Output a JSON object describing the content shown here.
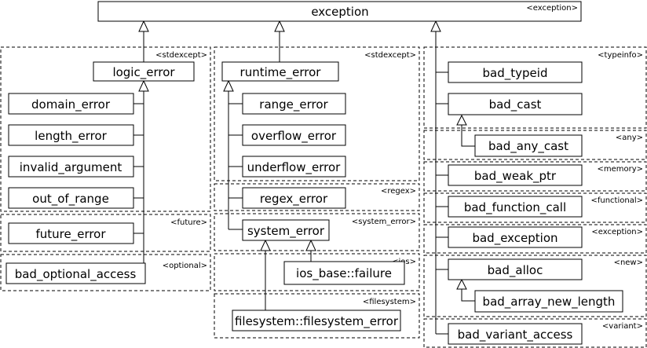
{
  "root": {
    "name": "exception",
    "header": "<exception>"
  },
  "groups": {
    "logic": {
      "header": "<stdexcept>",
      "base": "logic_error",
      "classes": [
        "domain_error",
        "length_error",
        "invalid_argument",
        "out_of_range"
      ]
    },
    "future": {
      "header": "<future>",
      "classes": [
        "future_error"
      ]
    },
    "optional": {
      "header": "<optional>",
      "classes": [
        "bad_optional_access"
      ]
    },
    "runtime": {
      "header": "<stdexcept>",
      "base": "runtime_error",
      "classes": [
        "range_error",
        "overflow_error",
        "underflow_error"
      ]
    },
    "regex": {
      "header": "<regex>",
      "classes": [
        "regex_error"
      ]
    },
    "system": {
      "header": "<system_error>",
      "classes": [
        "system_error"
      ]
    },
    "ios": {
      "header": "<ios>",
      "classes": [
        "ios_base::failure"
      ]
    },
    "filesystem": {
      "header": "<filesystem>",
      "classes": [
        "filesystem::filesystem_error"
      ]
    },
    "typeinfo": {
      "header": "<typeinfo>",
      "classes": [
        "bad_typeid",
        "bad_cast"
      ]
    },
    "any": {
      "header": "<any>",
      "classes": [
        "bad_any_cast"
      ]
    },
    "memory": {
      "header": "<memory>",
      "classes": [
        "bad_weak_ptr"
      ]
    },
    "functional": {
      "header": "<functional>",
      "classes": [
        "bad_function_call"
      ]
    },
    "exception": {
      "header": "<exception>",
      "classes": [
        "bad_exception"
      ]
    },
    "new": {
      "header": "<new>",
      "classes": [
        "bad_alloc",
        "bad_array_new_length"
      ]
    },
    "variant": {
      "header": "<variant>",
      "classes": [
        "bad_variant_access"
      ]
    }
  }
}
